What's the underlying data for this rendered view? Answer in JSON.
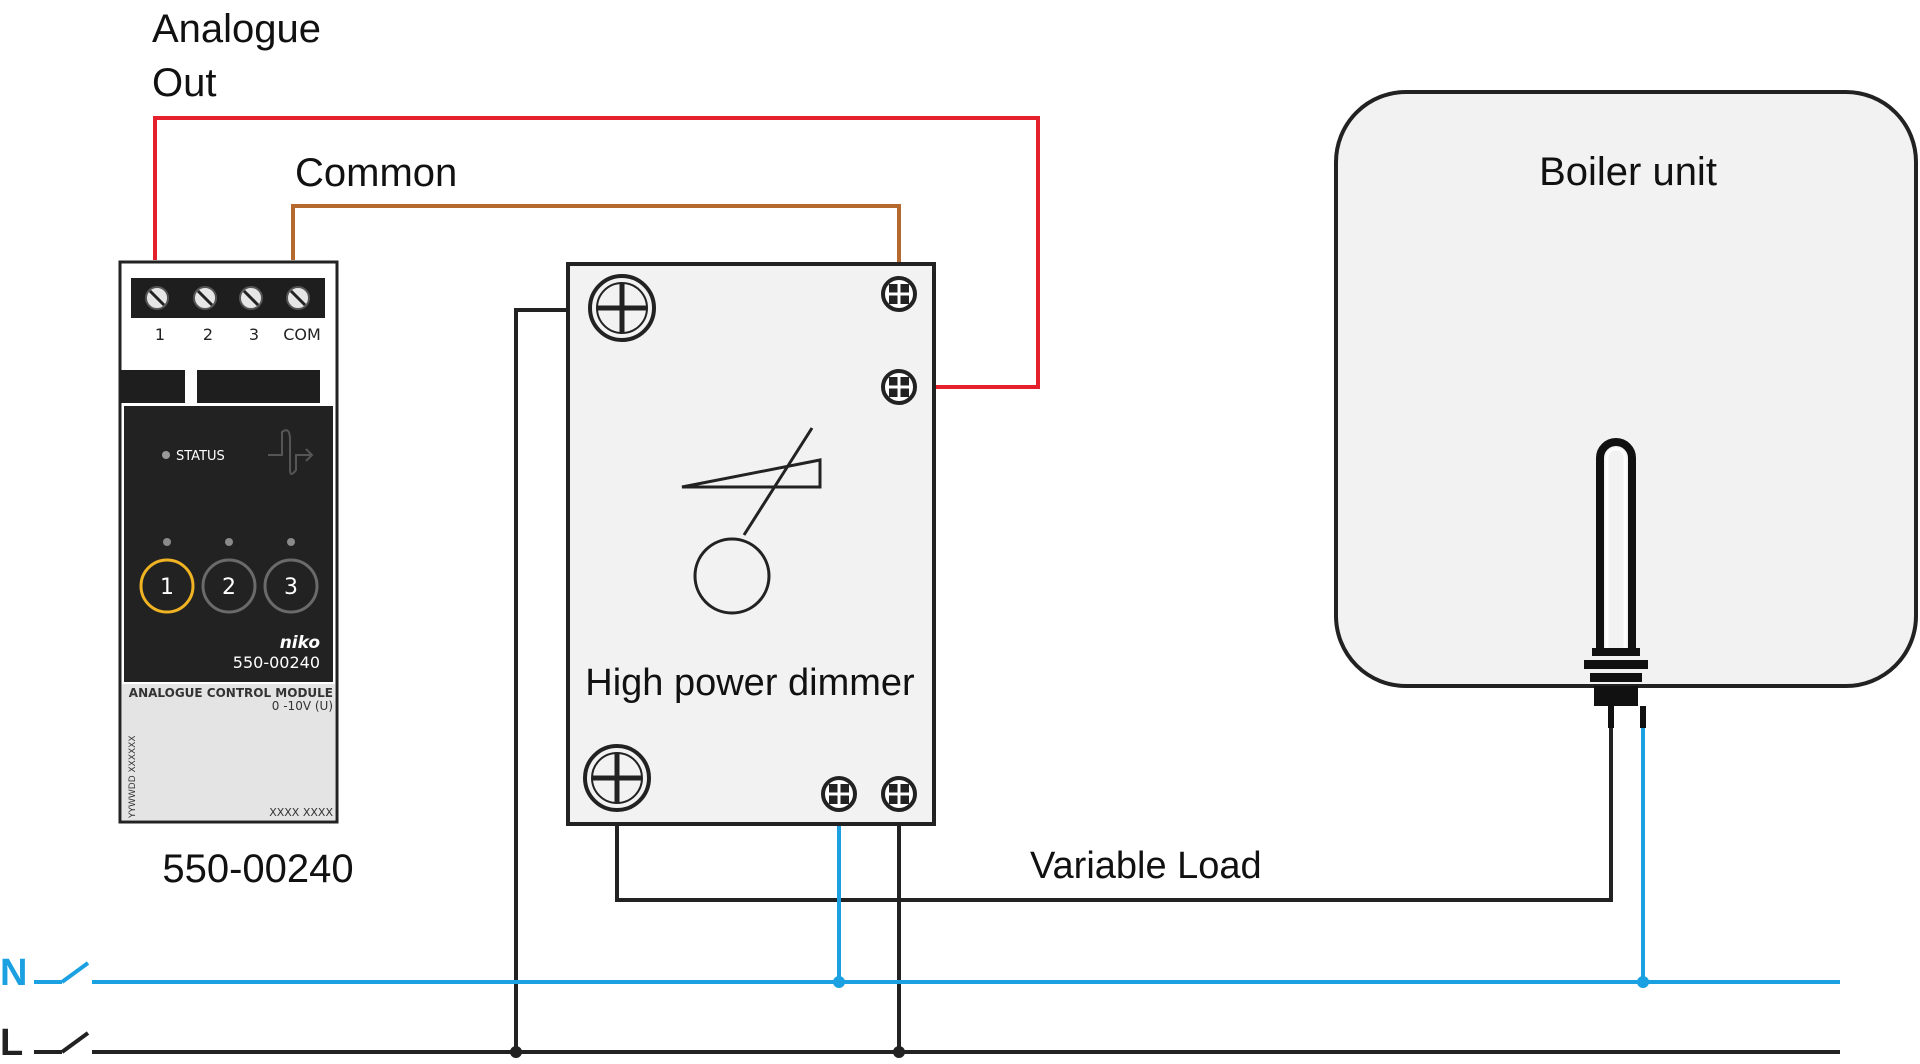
{
  "labels": {
    "analogue_out_line1": "Analogue",
    "analogue_out_line2": "Out",
    "common": "Common",
    "boiler_unit": "Boiler unit",
    "high_power_dimmer": "High power dimmer",
    "variable_load": "Variable Load",
    "module_part_number": "550-00240",
    "neutral": "N",
    "live": "L"
  },
  "module": {
    "terminals": [
      "1",
      "2",
      "3",
      "COM"
    ],
    "status_label": "STATUS",
    "buttons": [
      "1",
      "2",
      "3"
    ],
    "brand": "niko",
    "model": "550-00240",
    "description": "ANALOGUE CONTROL MODULE",
    "range": "0 -10V (U)",
    "serial_placeholder": "XXXX XXXX",
    "side_code": "YYWWDD XXXXXX"
  },
  "colors": {
    "analogue_out_wire": "#e3202b",
    "common_wire": "#b5692e",
    "neutral_wire": "#1ba1e2",
    "live_wire": "#222222",
    "button_active": "#f0b323",
    "module_body": "#222222",
    "device_fill": "#f2f2f2"
  }
}
